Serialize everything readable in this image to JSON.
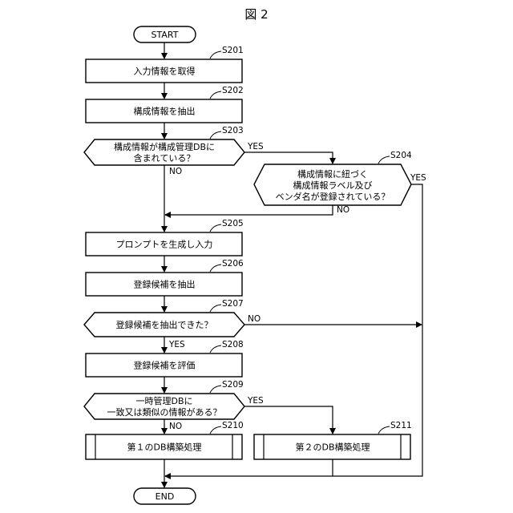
{
  "figure_title": "図 2",
  "steps": {
    "start": "START",
    "s201": {
      "id": "S201",
      "text": "入力情報を取得"
    },
    "s202": {
      "id": "S202",
      "text": "構成情報を抽出"
    },
    "s203": {
      "id": "S203",
      "lines": [
        "構成情報が構成管理DBに",
        "含まれている？"
      ]
    },
    "s204": {
      "id": "S204",
      "lines": [
        "構成情報に紐づく",
        "構成情報ラベル及び",
        "ベンダ名が登録されている？"
      ]
    },
    "s205": {
      "id": "S205",
      "text": "プロンプトを生成し入力"
    },
    "s206": {
      "id": "S206",
      "text": "登録候補を抽出"
    },
    "s207": {
      "id": "S207",
      "text": "登録候補を抽出できた？"
    },
    "s208": {
      "id": "S208",
      "text": "登録候補を評価"
    },
    "s209": {
      "id": "S209",
      "lines": [
        "一時管理DBに",
        "一致又は類似の情報がある？"
      ]
    },
    "s210": {
      "id": "S210",
      "text": "第１のDB構築処理"
    },
    "s211": {
      "id": "S211",
      "text": "第２のDB構築処理"
    },
    "end": "END"
  },
  "branch_labels": {
    "s203_yes": "YES",
    "s203_no": "NO",
    "s204_yes": "YES",
    "s204_no": "NO",
    "s207_no": "NO",
    "s207_yes": "YES",
    "s209_yes": "YES",
    "s209_no": "NO"
  }
}
